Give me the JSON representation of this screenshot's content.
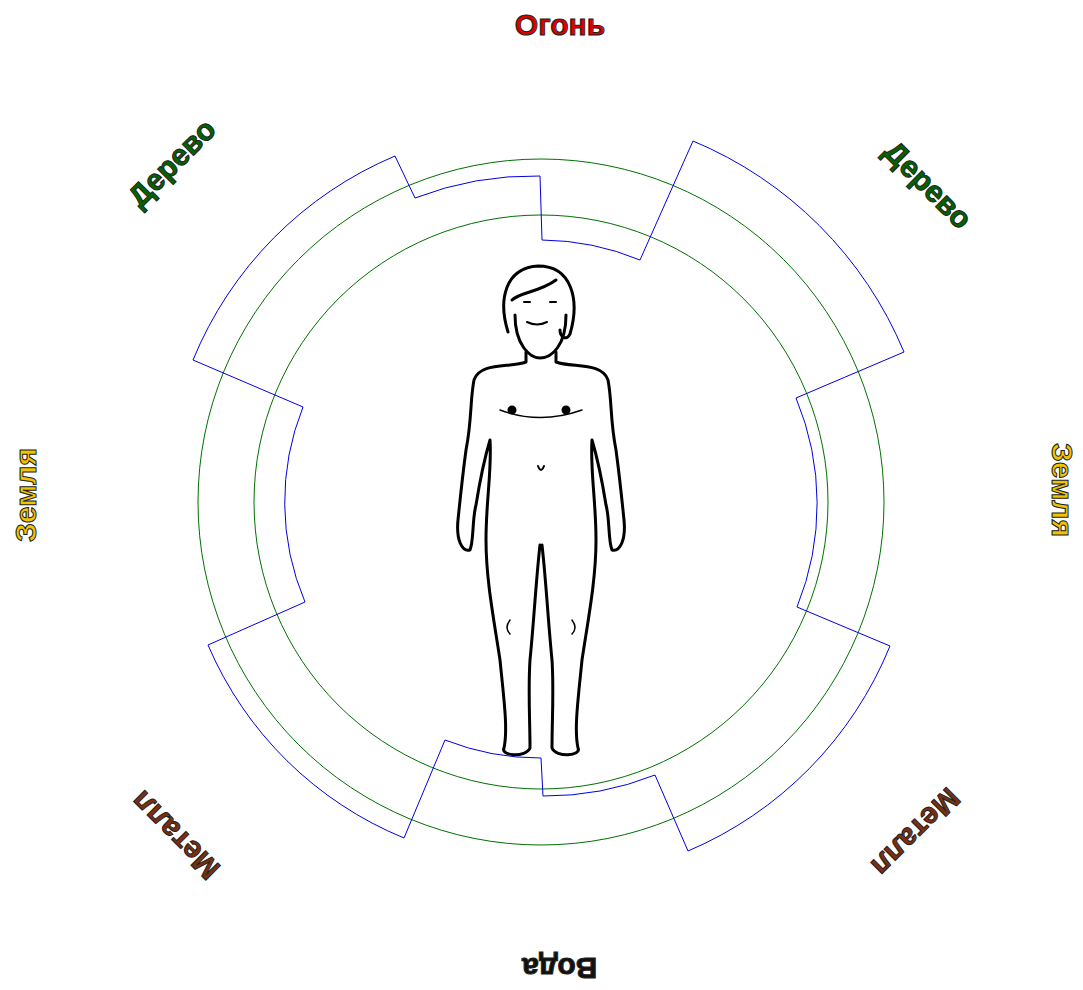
{
  "diagram": {
    "labels": [
      "Огонь",
      "Дерево",
      "Дерево",
      "Земля",
      "Земля",
      "Металл",
      "Металл",
      "Вода"
    ]
  }
}
